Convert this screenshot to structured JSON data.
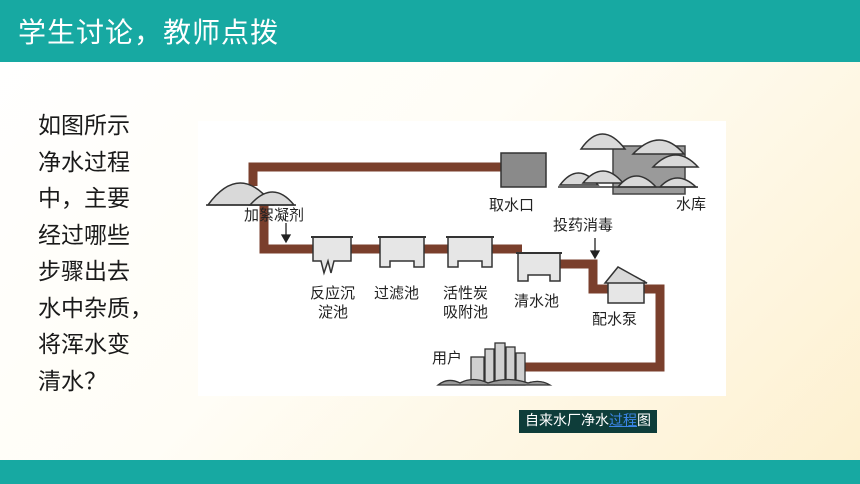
{
  "header": {
    "title": "学生讨论，教师点拨"
  },
  "question": {
    "lines": [
      "如图所示",
      "净水过程",
      "中，主要",
      "经过哪些",
      "步骤出去",
      "水中杂质，",
      "将浑水变",
      "清水？"
    ]
  },
  "diagram": {
    "labels": {
      "intake": "取水口",
      "reservoir": "水库",
      "coagulant": "加絮凝剂",
      "disinfect": "投药消毒",
      "settle_1": "反应沉",
      "settle_2": "淀池",
      "filter": "过滤池",
      "carbon_1": "活性炭",
      "carbon_2": "吸附池",
      "clear": "清水池",
      "pump": "配水泵",
      "user": "用户"
    }
  },
  "caption": {
    "prefix": "自来水厂净水",
    "link": "过程",
    "suffix": "图"
  },
  "colors": {
    "teal": "#17a9a2",
    "pipe": "#7a3f2c",
    "caption_bg": "#0e3d3a"
  }
}
